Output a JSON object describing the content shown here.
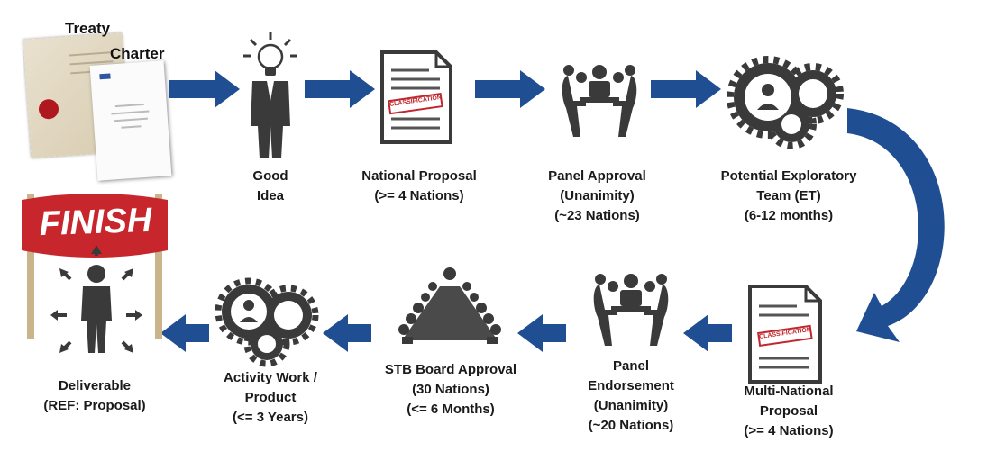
{
  "docs": {
    "treaty": "Treaty",
    "charter": "Charter"
  },
  "finish_banner": "FINISH",
  "stamp": "CLASSIFICATION",
  "steps": {
    "good_idea": {
      "l1": "Good",
      "l2": "Idea"
    },
    "national_proposal": {
      "l1": "National Proposal",
      "l2": "(>= 4 Nations)"
    },
    "panel_approval": {
      "l1": "Panel Approval",
      "l2": "(Unanimity)",
      "l3": "(~23 Nations)"
    },
    "exploratory_team": {
      "l1": "Potential Exploratory",
      "l2": "Team (ET)",
      "l3": "(6-12 months)"
    },
    "multinational_proposal": {
      "l1": "Multi-National",
      "l2": "Proposal",
      "l3": "(>= 4 Nations)"
    },
    "panel_endorsement": {
      "l1": "Panel",
      "l2": "Endorsement",
      "l3": "(Unanimity)",
      "l4": "(~20 Nations)"
    },
    "stb_board": {
      "l1": "STB Board Approval",
      "l2": "(30 Nations)",
      "l3": "(<= 6 Months)"
    },
    "activity_work": {
      "l1": "Activity Work /",
      "l2": "Product",
      "l3": "(<= 3 Years)"
    },
    "deliverable": {
      "l1": "Deliverable",
      "l2": "(REF: Proposal)"
    }
  },
  "colors": {
    "arrow": "#1f4e93",
    "icon": "#3a3a3a",
    "banner": "#c8262d",
    "stamp": "#c0262d"
  }
}
